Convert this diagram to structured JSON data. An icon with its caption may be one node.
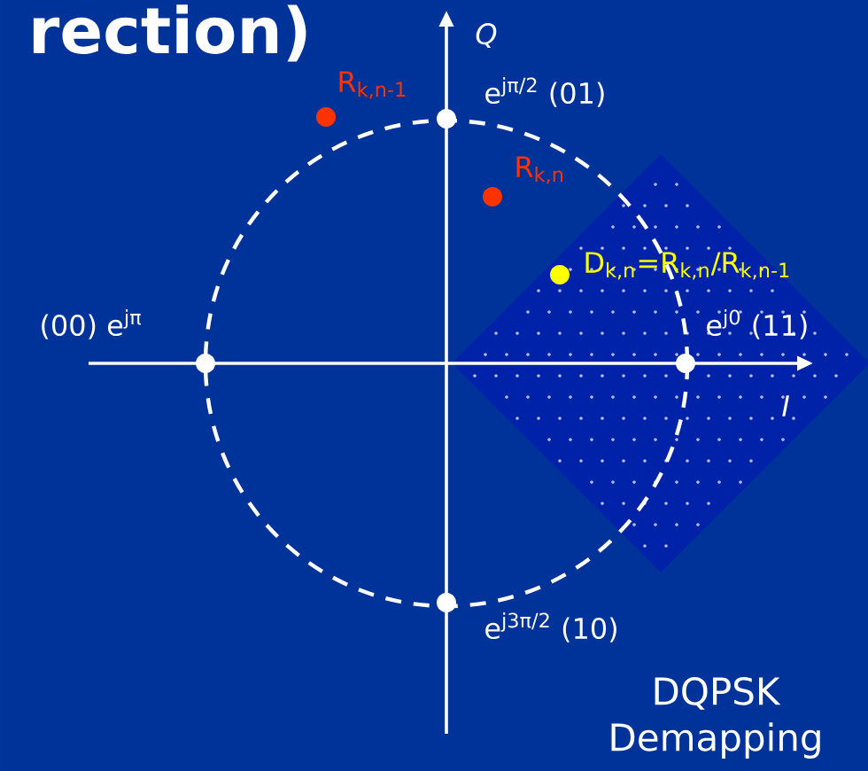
{
  "diagram": {
    "labels": [
      "rection)",
      "Q",
      "e$^{jπ/2}$ (01)",
      "R$_{k,n-1}$",
      "R$_{k,n}$",
      "D$_{k,n}$=R$_{k,n}$/R$_{k,n-1}$",
      "(00) e$^{jπ}$",
      "e$^{j0}$ (11)",
      "I",
      "e$^{j3π/2}$ (10)",
      "DQPSK Demapping"
    ]
  }
}
